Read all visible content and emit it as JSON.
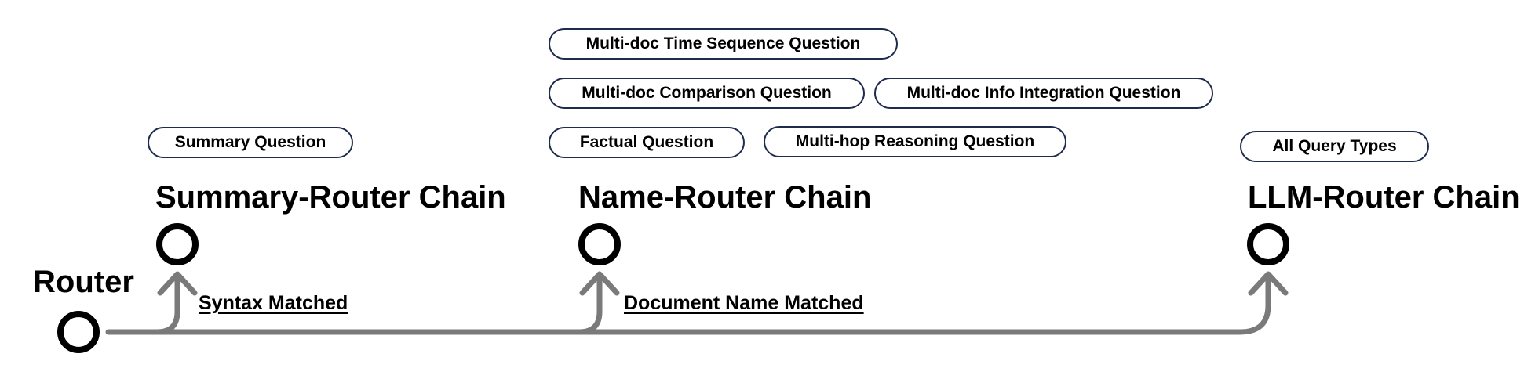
{
  "router": {
    "label": "Router"
  },
  "chains": [
    {
      "title": "Summary-Router Chain",
      "edge_label": "Syntax Matched",
      "query_types": [
        "Summary Question"
      ]
    },
    {
      "title": "Name-Router Chain",
      "edge_label": "Document Name Matched",
      "query_types": [
        "Multi-doc Time Sequence Question",
        "Multi-doc Comparison Question",
        "Multi-doc Info Integration Question",
        "Factual Question",
        "Multi-hop Reasoning Question"
      ]
    },
    {
      "title": "LLM-Router Chain",
      "edge_label": "",
      "query_types": [
        "All Query Types"
      ]
    }
  ],
  "colors": {
    "line": "#7a7a7a",
    "node": "#000000",
    "pill_border": "#1f2b4d"
  }
}
